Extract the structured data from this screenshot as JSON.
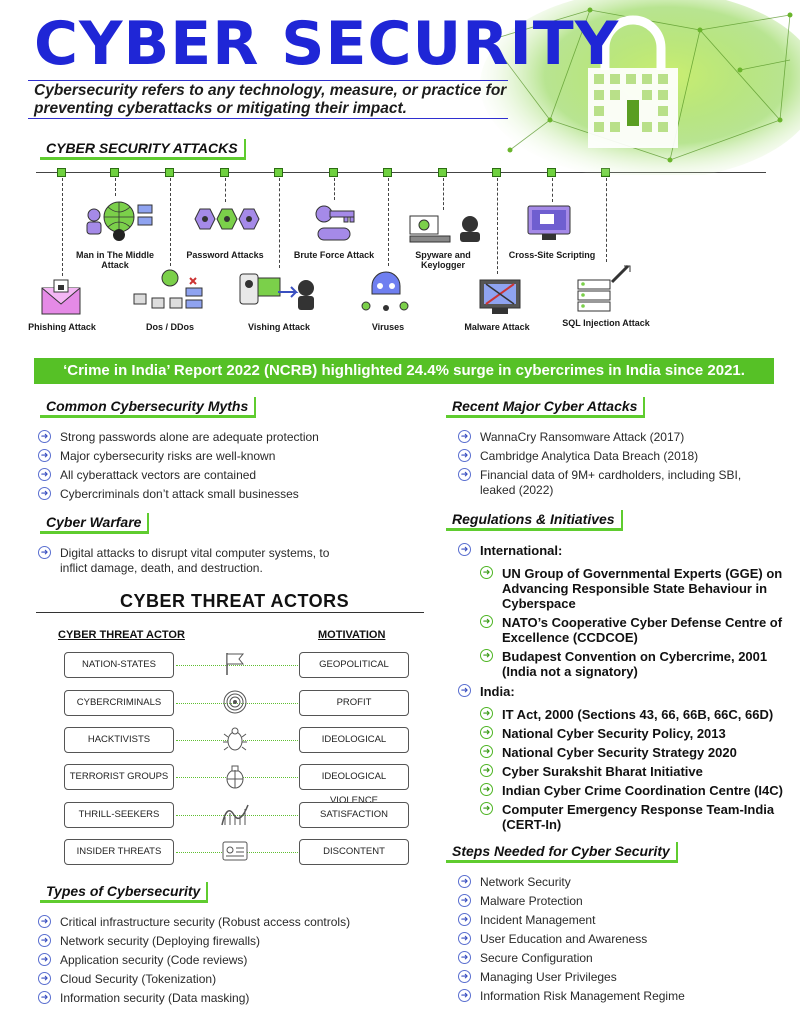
{
  "header": {
    "title": "CYBER SECURITY",
    "subtitle": "Cybersecurity refers to any technology, measure, or practice for preventing cyberattacks or mitigating their impact."
  },
  "attacks": {
    "heading": "CYBER SECURITY ATTACKS",
    "items": [
      {
        "label": "Phishing Attack",
        "icon": "envelope-icon"
      },
      {
        "label": "Man in The Middle Attack",
        "icon": "hacker-icon"
      },
      {
        "label": "Dos / DDos",
        "icon": "network-icon"
      },
      {
        "label": "Password Attacks",
        "icon": "password-icon"
      },
      {
        "label": "Vishing Attack",
        "icon": "phone-icon"
      },
      {
        "label": "Brute Force Attack",
        "icon": "key-icon"
      },
      {
        "label": "Viruses",
        "icon": "virus-icon"
      },
      {
        "label": "Spyware and Keylogger",
        "icon": "spy-icon"
      },
      {
        "label": "Malware Attack",
        "icon": "malware-icon"
      },
      {
        "label": "Cross-Site Scripting",
        "icon": "monitor-icon"
      },
      {
        "label": "SQL Injection Attack",
        "icon": "server-icon"
      }
    ]
  },
  "banner": "‘Crime in India’ Report 2022 (NCRB) highlighted 24.4% surge in cybercrimes in India since 2021.",
  "myths": {
    "heading": "Common Cybersecurity Myths",
    "items": [
      "Strong passwords alone are adequate protection",
      "Major cybersecurity risks are well-known",
      "All cyberattack vectors are contained",
      "Cybercriminals don’t attack small businesses"
    ]
  },
  "warfare": {
    "heading": "Cyber Warfare",
    "items": [
      "Digital attacks to disrupt vital computer systems, to inflict damage, death, and destruction."
    ]
  },
  "actors": {
    "title": "CYBER THREAT ACTORS",
    "col_actor": "CYBER THREAT ACTOR",
    "col_motivation": "MOTIVATION",
    "rows": [
      {
        "actor": "NATION-STATES",
        "motivation": "GEOPOLITICAL",
        "icon": "flag-icon"
      },
      {
        "actor": "CYBERCRIMINALS",
        "motivation": "PROFIT",
        "icon": "fingerprint-icon"
      },
      {
        "actor": "HACKTIVISTS",
        "motivation": "IDEOLOGICAL",
        "icon": "bug-icon"
      },
      {
        "actor": "TERRORIST GROUPS",
        "motivation": "IDEOLOGICAL VIOLENCE",
        "icon": "grenade-icon"
      },
      {
        "actor": "THRILL-SEEKERS",
        "motivation": "SATISFACTION",
        "icon": "rollercoaster-icon"
      },
      {
        "actor": "INSIDER THREATS",
        "motivation": "DISCONTENT",
        "icon": "id-card-icon"
      }
    ]
  },
  "types": {
    "heading": "Types of Cybersecurity",
    "items": [
      "Critical infrastructure security (Robust access controls)",
      "Network security (Deploying firewalls)",
      "Application security (Code reviews)",
      "Cloud Security (Tokenization)",
      "Information security (Data masking)"
    ]
  },
  "recent": {
    "heading": "Recent Major Cyber Attacks",
    "items": [
      "WannaCry Ransomware Attack (2017)",
      "Cambridge Analytica Data Breach (2018)",
      "Financial data of 9M+ cardholders, including SBI, leaked (2022)"
    ]
  },
  "regulations": {
    "heading": "Regulations & Initiatives",
    "international_label": "International:",
    "international": [
      "UN Group of Governmental Experts (GGE) on Advancing Responsible State Behaviour in Cyberspace",
      "NATO’s Cooperative Cyber Defense Centre of Excellence (CCDCOE)",
      "Budapest Convention on Cybercrime, 2001"
    ],
    "budapest_note": "(India not a signatory)",
    "india_label": "India:",
    "india": [
      "IT Act, 2000 (Sections 43, 66, 66B, 66C, 66D)",
      "National Cyber Security Policy, 2013",
      "National Cyber Security Strategy 2020",
      "Cyber Surakshit Bharat Initiative",
      "Indian Cyber Crime Coordination Centre (I4C)",
      "Computer Emergency Response Team-India (CERT-In)"
    ]
  },
  "steps": {
    "heading": "Steps Needed for Cyber Security",
    "items": [
      "Network Security",
      "Malware Protection",
      "Incident Management",
      "User Education and Awareness",
      "Secure Configuration",
      "Managing User Privileges",
      "Information Risk Management Regime"
    ]
  }
}
